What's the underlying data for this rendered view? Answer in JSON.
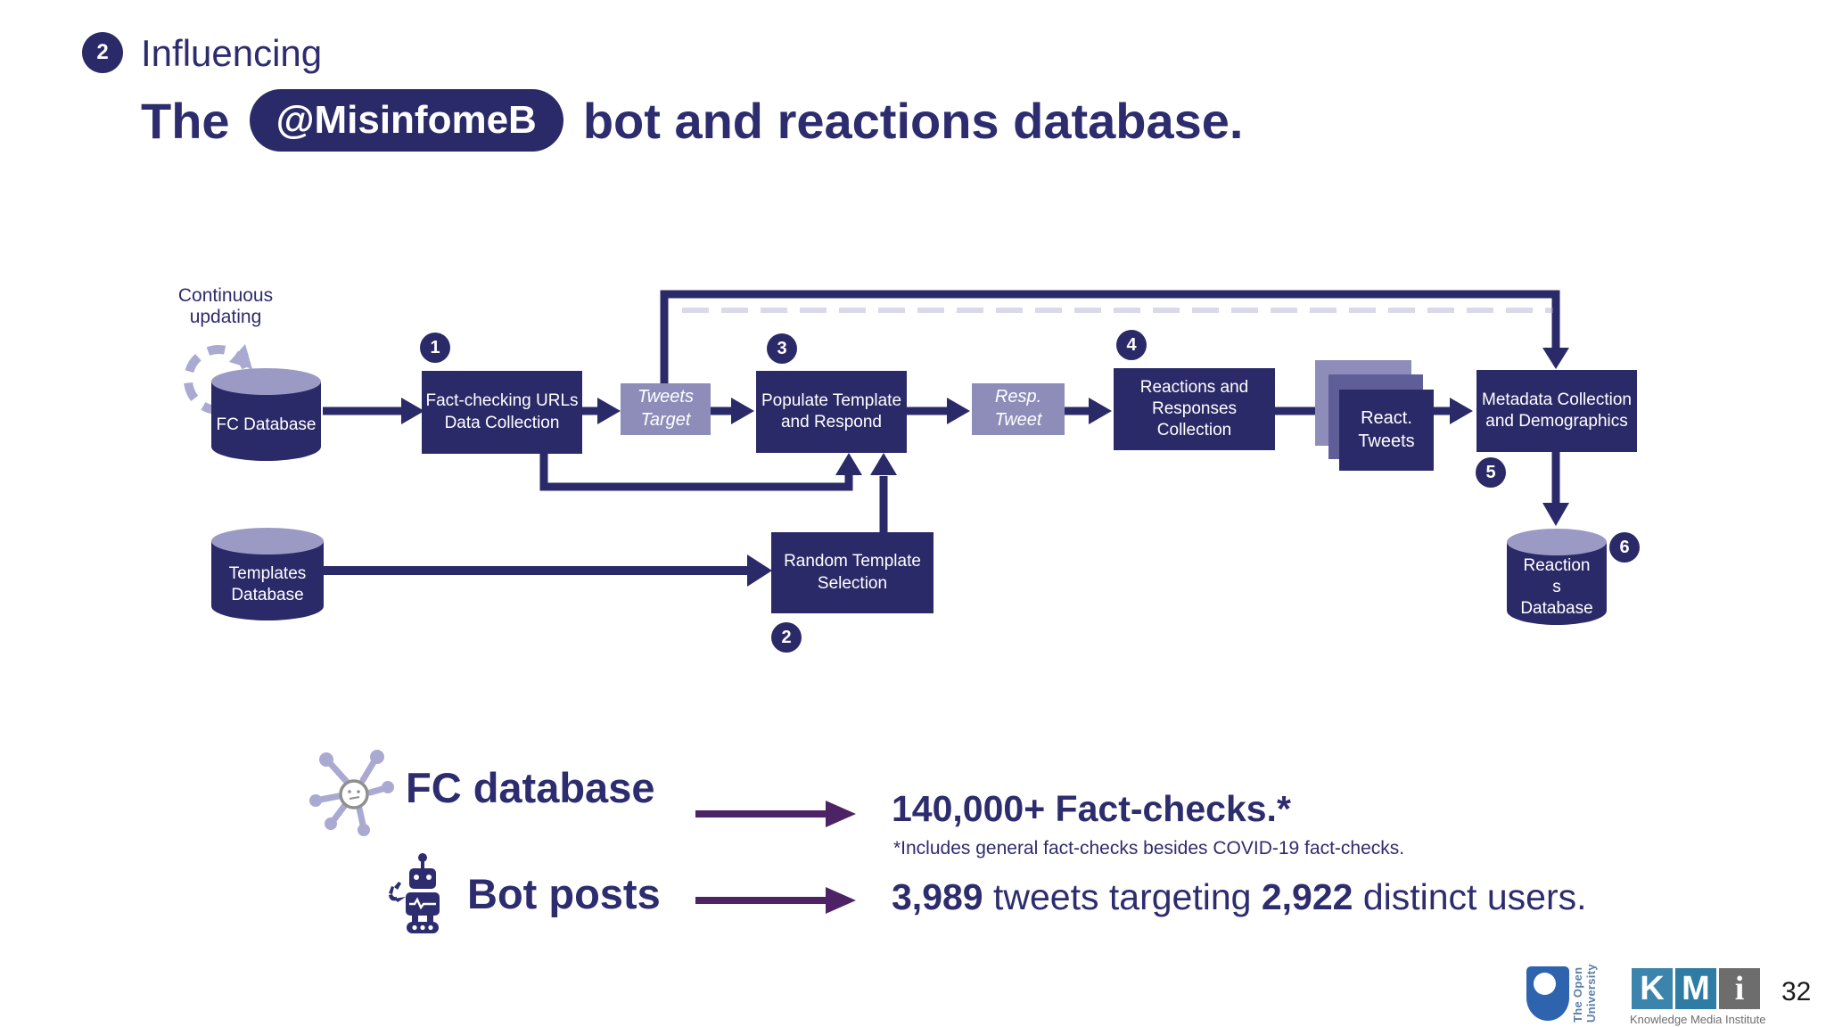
{
  "slide": {
    "step_badge": "2",
    "section_title": "Influencing",
    "title_pre": "The",
    "title_handle": "@MisinfomeB",
    "title_post": "bot and reactions database."
  },
  "colors": {
    "navy": "#2b2a68",
    "textNavy": "#2d2c6e",
    "lavender": "#9b9ac4",
    "lightPurple": "#8e8dba",
    "midPurple": "#5f5e99",
    "arrowPurple": "#4e2365",
    "dashGray": "#a9a9d2",
    "hubGray": "#8f8f8f",
    "kmiBlue": "#3b85ac",
    "kmiBlue2": "#2e7ba3",
    "kmiGray": "#6d6d6d",
    "ouBlue": "#2e64ae",
    "ouTextBlue": "#5b80a8"
  },
  "diagram": {
    "continuous_updating": "Continuous updating",
    "nodes": {
      "fc_database": "FC Database",
      "fact_checking": "Fact-checking URLs Data Collection",
      "tweets_target": "Tweets Target",
      "populate": "Populate Template and Respond",
      "resp_tweet": "Resp. Tweet",
      "reactions_collection": "Reactions and Responses Collection",
      "react_tweets": "React. Tweets",
      "metadata": "Metadata Collection and Demographics",
      "templates_database": "Templates Database",
      "random_template": "Random Template Selection",
      "reactions_database": "Reactions Database"
    },
    "badges": {
      "b1": "1",
      "b2": "2",
      "b3": "3",
      "b4": "4",
      "b5": "5",
      "b6": "6"
    }
  },
  "stats": {
    "fc_label": "FC database",
    "fc_value": "140,000+ Fact-checks.*",
    "fc_footnote": "*Includes general fact-checks besides COVID-19 fact-checks.",
    "bot_label": "Bot posts",
    "bot_parts": {
      "n1": "3,989",
      "mid": " tweets targeting ",
      "n2": "2,922",
      "tail": " distinct users."
    }
  },
  "footer": {
    "ou_text": "The Open\nUniversity",
    "kmi_letters": [
      "K",
      "M",
      "i"
    ],
    "kmi_caption": "Knowledge Media Institute",
    "page_number": "32"
  }
}
